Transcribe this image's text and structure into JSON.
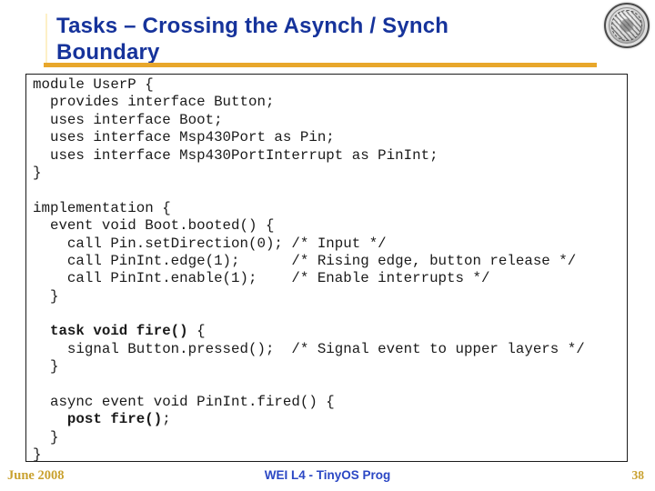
{
  "header": {
    "title_lines": [
      "Tasks – Crossing the Asynch / Synch",
      "Boundary"
    ],
    "logo": "university-seal"
  },
  "code": {
    "lines": [
      "module UserP {",
      "  provides interface Button;",
      "  uses interface Boot;",
      "  uses interface Msp430Port as Pin;",
      "  uses interface Msp430PortInterrupt as PinInt;",
      "}",
      "",
      "implementation {",
      "  event void Boot.booted() {",
      "    call Pin.setDirection(0); /* Input */",
      "    call PinInt.edge(1);      /* Rising edge, button release */",
      "    call PinInt.enable(1);    /* Enable interrupts */",
      "  }",
      "",
      "  task void fire() {",
      "    signal Button.pressed();  /* Signal event to upper layers */",
      "  }",
      "",
      "  async event void PinInt.fired() {",
      "    post fire();",
      "  }",
      "}"
    ],
    "bold_spans": [
      "task void fire()",
      "post fire()"
    ]
  },
  "footer": {
    "date": "June 2008",
    "center": "WEI L4 - TinyOS Prog",
    "page": "38"
  },
  "colors": {
    "title_navy": "#16339B",
    "accent_gold": "#E8A72B",
    "footer_gold": "#C9A12F",
    "footer_blue": "#2B47C4",
    "code_text": "#1A1A1A"
  }
}
